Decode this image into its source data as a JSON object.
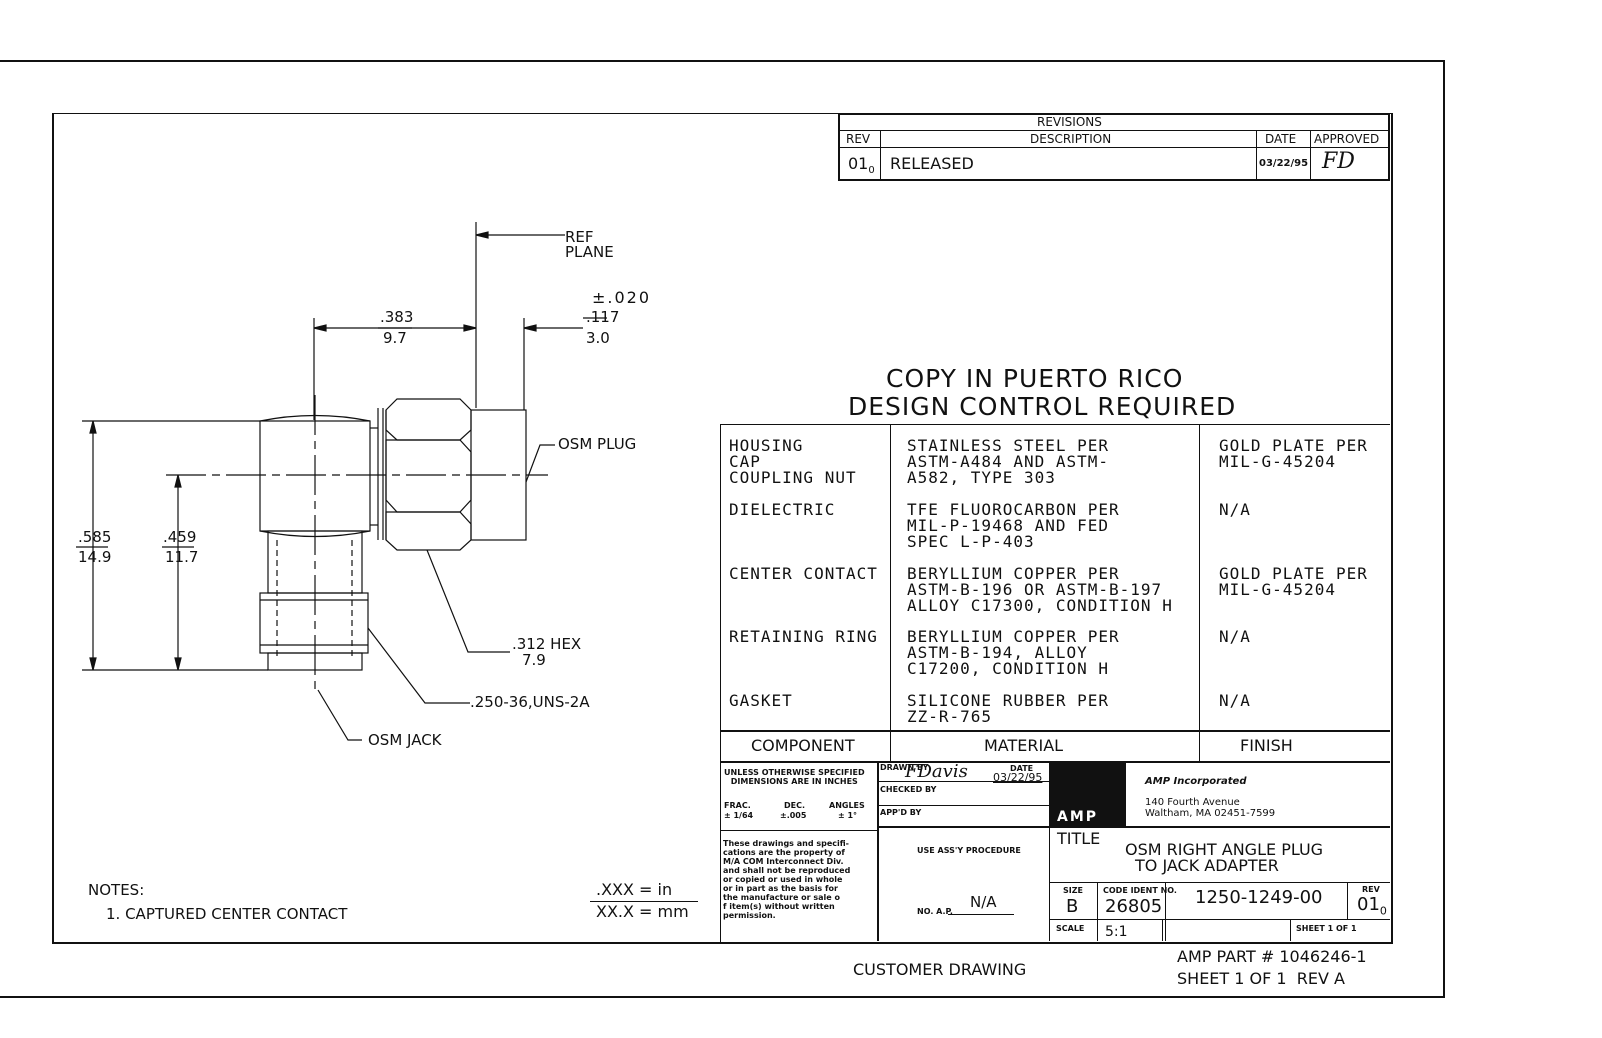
{
  "revisions": {
    "title": "REVISIONS",
    "headers": {
      "rev": "REV",
      "description": "DESCRIPTION",
      "date": "DATE",
      "approved": "APPROVED"
    },
    "row": {
      "rev": "01",
      "rev_sub": "0",
      "description": "RELEASED",
      "date": "03/22/95",
      "approved_signature": "FD"
    }
  },
  "banner": {
    "line1": "COPY IN PUERTO RICO",
    "line2": "DESIGN CONTROL REQUIRED"
  },
  "materials": {
    "rows": [
      {
        "component": "HOUSING\nCAP\nCOUPLING NUT",
        "material": "STAINLESS STEEL PER\nASTM-A484 AND ASTM-\nA582, TYPE 303",
        "finish": "GOLD PLATE PER\nMIL-G-45204"
      },
      {
        "component": "DIELECTRIC",
        "material": "TFE FLUOROCARBON PER\nMIL-P-19468 AND FED\nSPEC L-P-403",
        "finish": "N/A"
      },
      {
        "component": "CENTER CONTACT",
        "material": "BERYLLIUM COPPER PER\nASTM-B-196 OR ASTM-B-197\nALLOY C17300, CONDITION H",
        "finish": "GOLD PLATE PER\nMIL-G-45204"
      },
      {
        "component": "RETAINING RING",
        "material": "BERYLLIUM COPPER PER\nASTM-B-194, ALLOY\nC17200, CONDITION H",
        "finish": "N/A"
      },
      {
        "component": "GASKET",
        "material": "SILICONE RUBBER PER\nZZ-R-765",
        "finish": "N/A"
      }
    ],
    "headers": {
      "component": "COMPONENT",
      "material": "MATERIAL",
      "finish": "FINISH"
    }
  },
  "title_block": {
    "tolerance_note": "UNLESS OTHERWISE SPECIFIED\nDIMENSIONS ARE IN INCHES",
    "frac_label": "FRAC.",
    "frac_value": "± 1/64",
    "dec_label": "DEC.",
    "dec_value": "±.005",
    "angles_label": "ANGLES",
    "angles_value": "± 1°",
    "drawn_by": "DRAWN BY",
    "drawn_signature": "FDavis",
    "date_label": "DATE",
    "date_value": "03/22/95",
    "checked_by": "CHECKED BY",
    "appd_by": "APP'D BY",
    "logo": "AMP",
    "company": "AMP Incorporated",
    "address_line1": "140 Fourth Avenue",
    "address_line2": "Waltham, MA 02451-7599",
    "property_note": "These drawings and specifi-\ncations are the property of\nM/A COM Interconnect Div.\nand shall not be reproduced\nor copied or used in whole\nor in part as the basis for\nthe manufacture or sale o\nf item(s) without written\npermission.",
    "assy_procedure": "USE ASS'Y PROCEDURE",
    "no_ap_label": "NO. A.P.",
    "no_ap_value": "N/A",
    "title_label": "TITLE",
    "title_line1": "OSM RIGHT ANGLE PLUG",
    "title_line2": "TO JACK ADAPTER",
    "size_label": "SIZE",
    "size_value": "B",
    "code_label": "CODE IDENT NO.",
    "code_value": "26805",
    "part_number": "1250-1249-00",
    "rev_label": "REV",
    "rev_value": "01",
    "rev_sub": "0",
    "scale_label": "SCALE",
    "scale_value": "5:1",
    "sheet_label": "SHEET 1 OF 1"
  },
  "drawing": {
    "ref_plane": "REF\nPLANE",
    "tol": "±.020",
    "dim_383": ".383",
    "dim_97": "9.7",
    "dim_117": ".117",
    "dim_30": "3.0",
    "osm_plug": "OSM PLUG",
    "dim_585": ".585",
    "dim_149": "14.9",
    "dim_459": ".459",
    "dim_117b": "11.7",
    "hex_label": ".312 HEX",
    "hex_mm": "7.9",
    "thread": ".250-36,UNS-2A",
    "osm_jack": "OSM JACK"
  },
  "notes": {
    "heading": "NOTES:",
    "item1": "1. CAPTURED CENTER CONTACT"
  },
  "units": {
    "inch": ".XXX = in",
    "mm": "XX.X = mm"
  },
  "footer": {
    "customer_drawing": "CUSTOMER DRAWING",
    "amp_part": "AMP PART # 1046246-1",
    "sheet_rev": "SHEET 1 OF 1  REV A"
  }
}
